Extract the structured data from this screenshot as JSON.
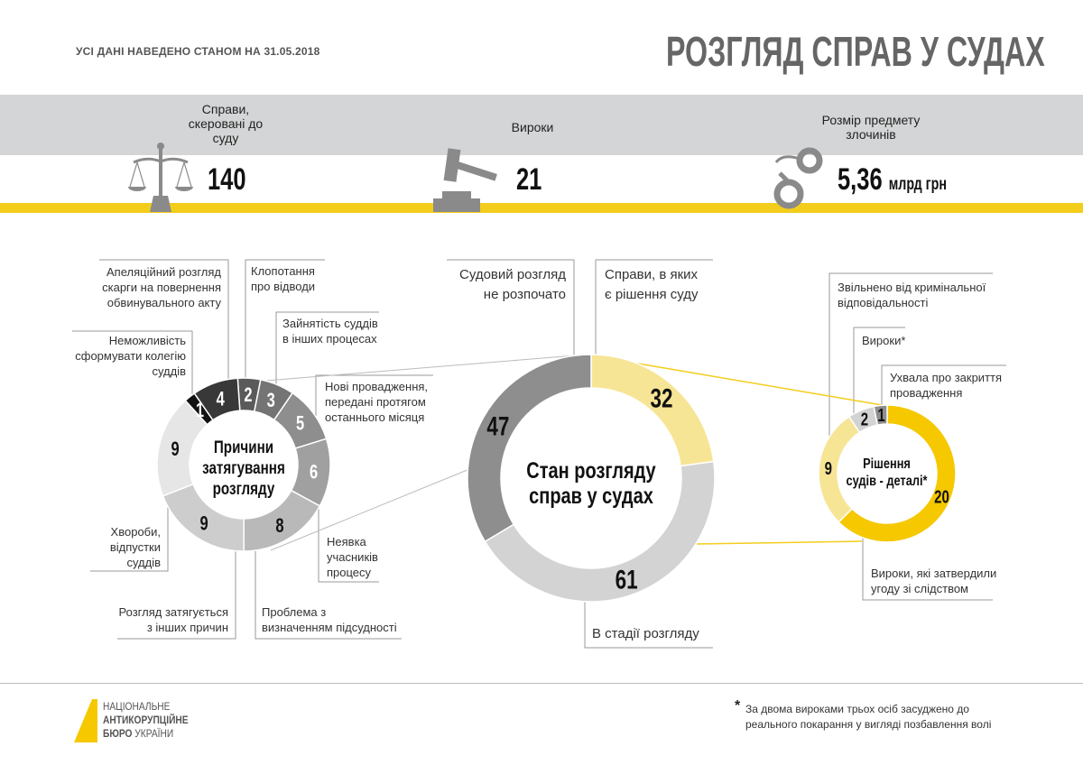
{
  "header": {
    "date_note": "УСІ ДАНІ НАВЕДЕНО СТАНОМ НА 31.05.2018",
    "title": "РОЗГЛЯД СПРАВ У СУДАХ"
  },
  "stats": [
    {
      "label": "Справи, скеровані до суду",
      "value": "140",
      "unit": "",
      "icon": "scales-icon"
    },
    {
      "label": "Вироки",
      "value": "21",
      "unit": "",
      "icon": "gavel-icon"
    },
    {
      "label": "Розмір предмету злочинів",
      "value": "5,36",
      "unit": "млрд грн",
      "icon": "handcuffs-icon"
    }
  ],
  "colors": {
    "yellow": "#f3cd1c",
    "light_yellow": "#f7e596",
    "gray_band": "#d4d5d6"
  },
  "chart_data": [
    {
      "type": "pie",
      "title": "Причини затягування розгляду",
      "categories": [
        "Клопотання про відводи",
        "Зайнятість суддів в інших процесах",
        "Нові провадження, передані протягом останнього місяця",
        "Неявка учасників процесу",
        "Проблема з визначенням підсудності",
        "Розгляд затягується з інших причин",
        "Хвороби, відпустки суддів",
        "Неможливість сформувати колегію суддів",
        "Апеляційний розгляд скарги на повернення обвинувального акту"
      ],
      "values": [
        2,
        3,
        5,
        6,
        8,
        9,
        9,
        1,
        4
      ],
      "colors": [
        "#5a5a5a",
        "#747474",
        "#8e8e8e",
        "#a0a0a0",
        "#b9b9b9",
        "#cdcdcd",
        "#e6e6e6",
        "#111111",
        "#383838"
      ],
      "label_colors": [
        "#fff",
        "#fff",
        "#fff",
        "#fff",
        "#111",
        "#111",
        "#111",
        "#fff",
        "#fff"
      ]
    },
    {
      "type": "pie",
      "title": "Стан розгляду справ у судах",
      "categories": [
        "Справи, в яких є рішення суду",
        "В стадії розгляду",
        "Судовий розгляд не розпочато"
      ],
      "values": [
        32,
        61,
        47
      ],
      "colors": [
        "#f7e596",
        "#d3d3d3",
        "#8e8e8e"
      ],
      "label_colors": [
        "#111",
        "#111",
        "#111"
      ]
    },
    {
      "type": "pie",
      "title": "Рішення судів - деталі*",
      "categories": [
        "Вироки, які затвердили угоду зі слідством",
        "Звільнено від кримінальної відповідальності",
        "Вироки*",
        "Ухвала про закриття провадження"
      ],
      "values": [
        20,
        9,
        2,
        1
      ],
      "colors": [
        "#f5c800",
        "#f7e596",
        "#d3d3d3",
        "#8e8e8e"
      ],
      "label_colors": [
        "#111",
        "#111",
        "#111",
        "#111"
      ]
    }
  ],
  "labels": {
    "left": {
      "appeal": "Апеляційний розгляд\nскарги на повернення\nобвинувального акту",
      "recusal": "Клопотання\nпро відводи",
      "busy": "Зайнятість суддів\nв інших процесах",
      "college": "Неможливість\nсформувати колегію\nсуддів",
      "new": "Нові провадження,\nпередані протягом\nостаннього місяця",
      "illness": "Хвороби,\nвідпустки\nсуддів",
      "absence": "Неявка\nучасників\nпроцесу",
      "other": "Розгляд затягується\nз інших причин",
      "jurisdiction": "Проблема з\nвизначенням підсудності"
    },
    "middle": {
      "not_started": "Судовий розгляд\nне розпочато",
      "decided": "Справи, в яких\nє рішення суду",
      "in_progress": "В стадії розгляду"
    },
    "right": {
      "released": "Звільнено від кримінальної\nвідповідальності",
      "verdicts": "Вироки*",
      "closure": "Ухвала про закриття\nпровадження",
      "plea": "Вироки, які затвердили\nугоду зі слідством"
    }
  },
  "footer": {
    "logo_line1": "НАЦІОНАЛЬНЕ",
    "logo_line2": "АНТИКОРУПЦІЙНЕ",
    "logo_line3_bold": "БЮРО",
    "logo_line3": "УКРАЇНИ",
    "footnote_mark": "*",
    "footnote": "За двома вироками трьох осіб засуджено до\nреального покарання у вигляді позбавлення волі"
  }
}
